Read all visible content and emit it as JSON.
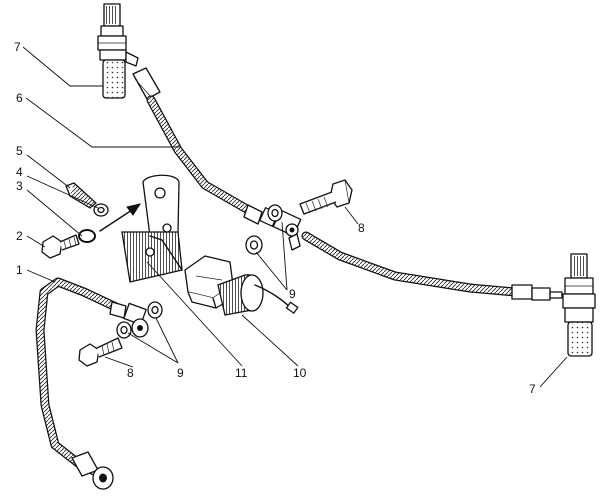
{
  "callouts": {
    "c1": "1",
    "c2": "2",
    "c3": "3",
    "c4": "4",
    "c5": "5",
    "c6": "6",
    "c7_top": "7",
    "c7_bottom": "7",
    "c8_left": "8",
    "c8_right": "8",
    "c9_left": "9",
    "c9_right": "9",
    "c10": "10",
    "c11": "11"
  }
}
